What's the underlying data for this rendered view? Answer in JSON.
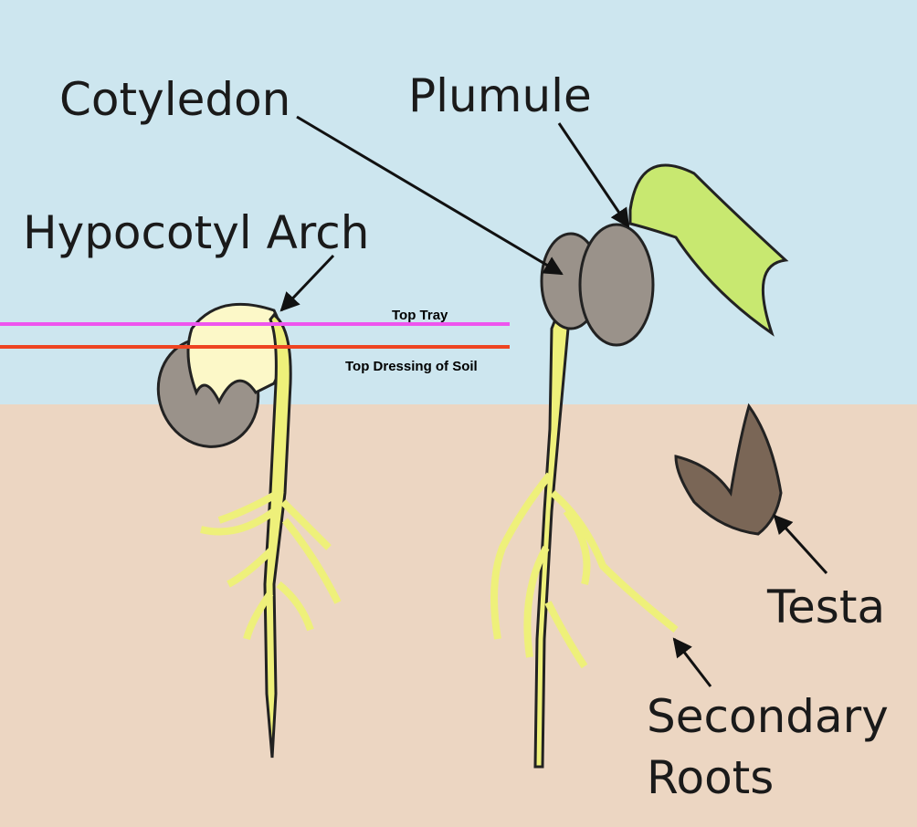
{
  "labels": {
    "cotyledon": "Cotyledon",
    "plumule": "Plumule",
    "hypocotyl_arch": "Hypocotyl Arch",
    "testa": "Testa",
    "secondary_roots_line1": "Secondary",
    "secondary_roots_line2": "Roots"
  },
  "markers": {
    "top_tray": "Top Tray",
    "top_dressing": "Top Dressing of Soil"
  },
  "colors": {
    "sky": "#cde6ef",
    "soil": "#ecd6c2",
    "top_tray_line": "#ee55ee",
    "top_dressing_line": "#ee4422",
    "stem": "#eef07a",
    "seed": "#9a928a",
    "leaf": "#c8e870"
  }
}
